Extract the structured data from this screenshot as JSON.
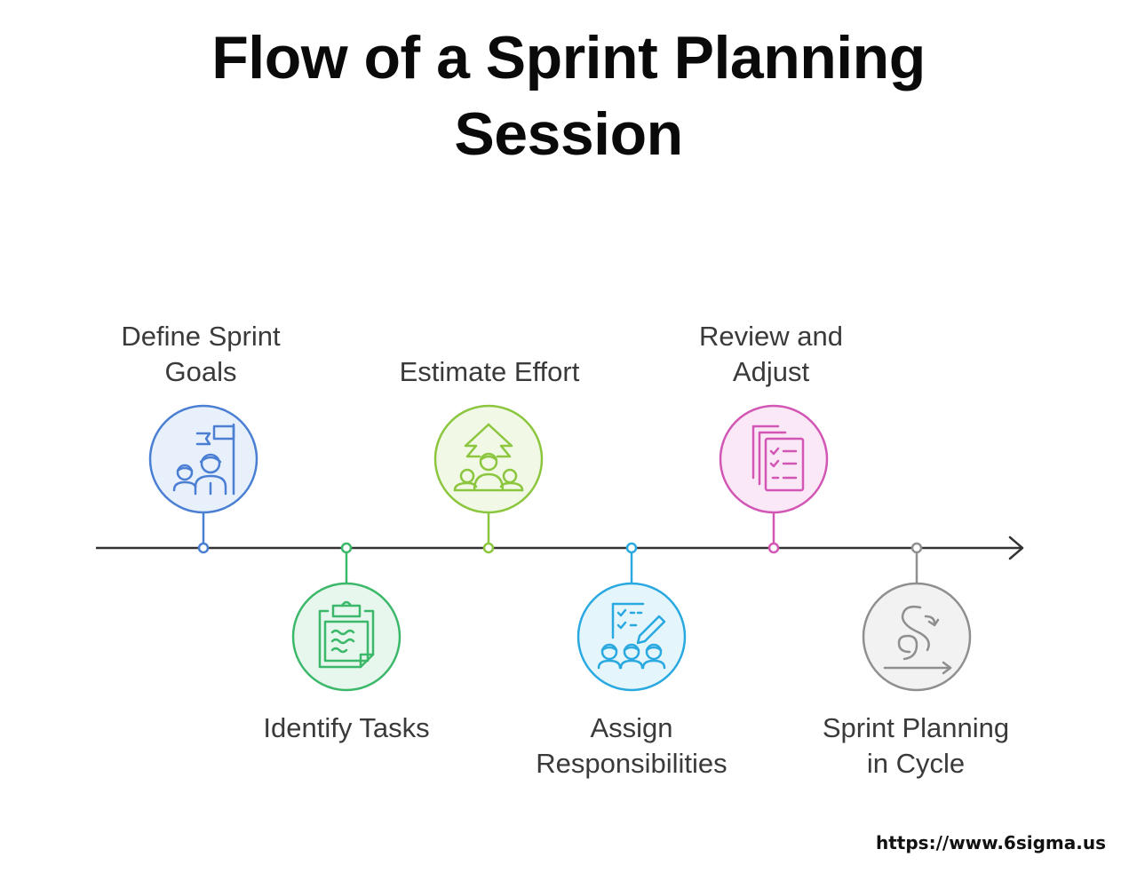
{
  "title": {
    "line1": "Flow of a Sprint Planning",
    "line2": "Session"
  },
  "steps": [
    {
      "line1": "Define Sprint",
      "line2": "Goals",
      "icon": "team-goal-flag-icon",
      "color": "#4a7fd4",
      "fill": "#e8f0fc"
    },
    {
      "line1": "Identify Tasks",
      "line2": "",
      "icon": "clipboard-tasks-icon",
      "color": "#3cb86a",
      "fill": "#e8f7ee"
    },
    {
      "line1": "Estimate Effort",
      "line2": "",
      "icon": "team-growth-arrow-icon",
      "color": "#8cc63e",
      "fill": "#f1f9e6"
    },
    {
      "line1": "Assign",
      "line2": "Responsibilities",
      "icon": "team-assignment-icon",
      "color": "#29a9e0",
      "fill": "#e5f5fc"
    },
    {
      "line1": "Review and",
      "line2": "Adjust",
      "icon": "checklist-documents-icon",
      "color": "#d256b4",
      "fill": "#fbe8f6"
    },
    {
      "line1": "Sprint Planning",
      "line2": "in Cycle",
      "icon": "cycle-arrow-icon",
      "color": "#8f8f8f",
      "fill": "#f2f2f2"
    }
  ],
  "source_url": "https://www.6sigma.us"
}
